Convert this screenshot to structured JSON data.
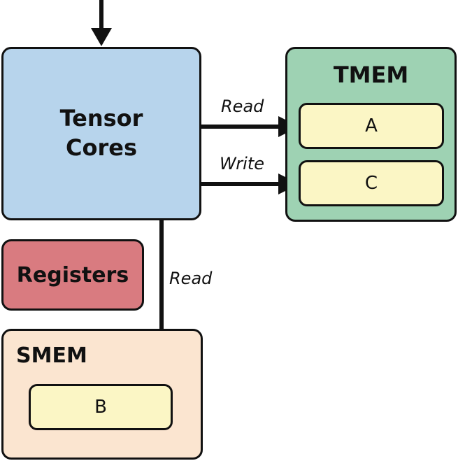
{
  "colors": {
    "tensor_cores": "#b7d4ec",
    "tmem": "#9ed2b3",
    "tmem_cell": "#fbf6c5",
    "registers": "#d97b80",
    "smem": "#fbe5d0",
    "smem_cell": "#fbf6c5",
    "stroke": "#111111"
  },
  "tensor_cores": {
    "title_line1": "Tensor",
    "title_line2": "Cores"
  },
  "tmem": {
    "title": "TMEM",
    "cell_a": "A",
    "cell_c": "C"
  },
  "registers": {
    "title": "Registers"
  },
  "smem": {
    "title": "SMEM",
    "cell_b": "B"
  },
  "arrows": {
    "read_to_a": "Read",
    "write_to_c": "Write",
    "read_to_b": "Read"
  }
}
